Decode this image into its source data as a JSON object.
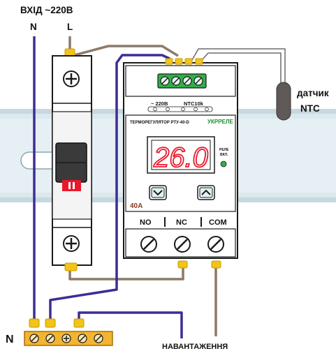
{
  "supply": {
    "title": "ВХІД ~220В",
    "neutral": "N",
    "line": "L"
  },
  "sensor": {
    "line1": "датчик",
    "line2": "NTC"
  },
  "device": {
    "top_voltage": "~ 220В",
    "top_sensor": "NTC10k",
    "model": "ТЕРМОРЕГУЛЯТОР РТУ-40-D",
    "brand": "УКРРЕЛЕ",
    "display_value": "26.0",
    "relay_label_1": "РЕЛЕ",
    "relay_label_2": "ВКЛ.",
    "current_rating": "40А",
    "contact_no": "NO",
    "contact_nc": "NC",
    "contact_com": "COM"
  },
  "bus": {
    "label": "N"
  },
  "load": {
    "label": "НАВАНТАЖЕННЯ"
  },
  "colors": {
    "neutral_wire": "#3d2d94",
    "line_wire": "#8c7a6b",
    "display_digits": "#e8192c",
    "brand": "#1a8f2a",
    "terminal_green": "#2fb04a",
    "lug_yellow": "#f2c418",
    "bus_bar": "#f2b431",
    "din_rail": "#dbe8ee"
  },
  "icons": {
    "up_button": "chevron-up-icon",
    "down_button": "chevron-down-icon",
    "screw": "screw-terminal-icon",
    "led": "relay-led-icon"
  }
}
